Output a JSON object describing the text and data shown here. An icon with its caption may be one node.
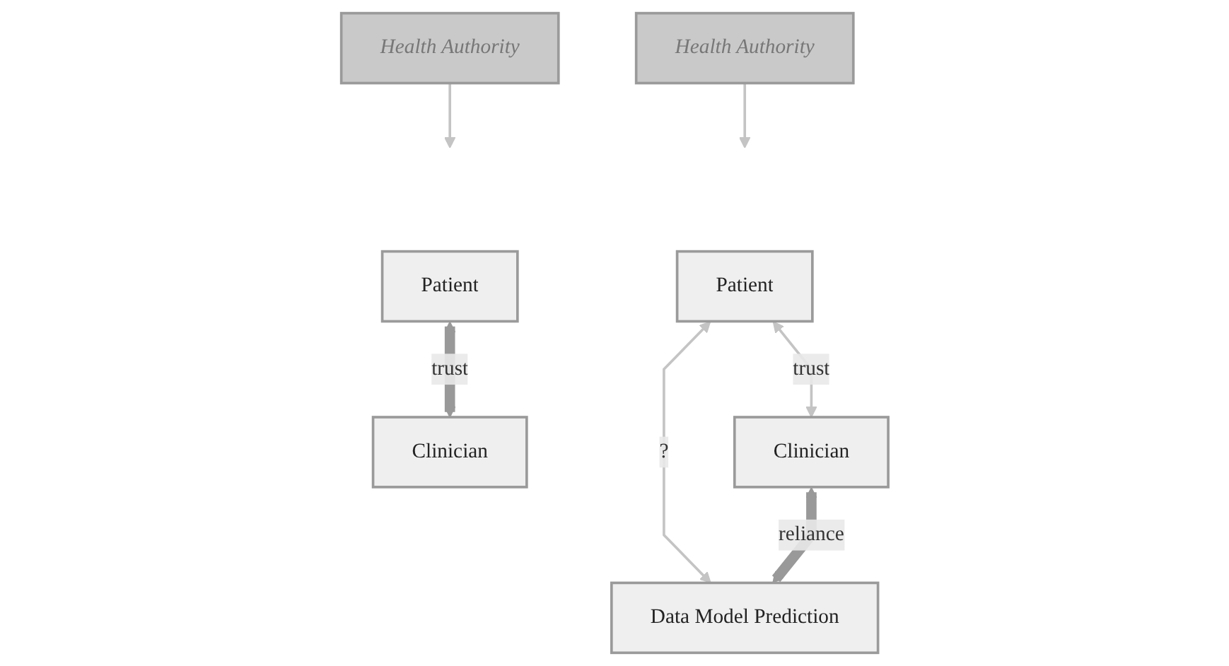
{
  "diagram": {
    "nodes": [
      {
        "text": [
          "Health Authority"
        ]
      },
      {
        "text": [
          "Patient"
        ]
      },
      {
        "text": [
          "Clinician"
        ]
      },
      {
        "text": [
          "Health Authority"
        ]
      },
      {
        "text": [
          "Patient"
        ]
      },
      {
        "text": [
          "Clinician"
        ]
      },
      {
        "text": [
          "Data Model Prediction"
        ]
      }
    ],
    "edges": [
      {
        "from": 0,
        "to": null,
        "arrow": "to"
      },
      {
        "from": 1,
        "to": 2,
        "arrow": "both",
        "label": "trust",
        "style": "thick",
        "color": "#999999"
      },
      {
        "from": 3,
        "to": null,
        "arrow": "to"
      },
      {
        "from": 4,
        "to": 5,
        "arrow": "both",
        "label": "trust"
      },
      {
        "from": 4,
        "to": 6,
        "arrow": "both",
        "label": "?"
      },
      {
        "from": 5,
        "to": 6,
        "arrow": "both",
        "label": "reliance",
        "style": "thick",
        "color": "#999999"
      }
    ]
  }
}
